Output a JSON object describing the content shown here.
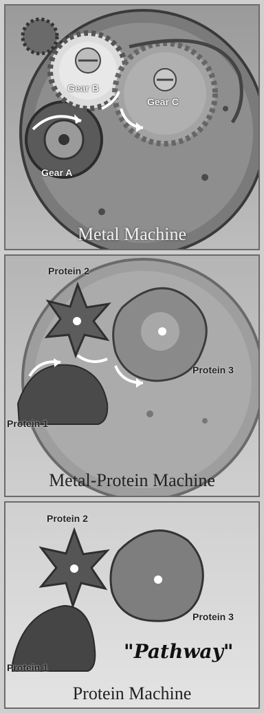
{
  "panels": [
    {
      "caption": "Metal Machine",
      "labels": {
        "gear_a": "Gear A",
        "gear_b": "Gear B",
        "gear_c": "Gear C"
      }
    },
    {
      "caption": "Metal-Protein Machine",
      "labels": {
        "protein1": "Protein 1",
        "protein2": "Protein 2",
        "protein3": "Protein 3"
      }
    },
    {
      "caption": "Protein Machine",
      "labels": {
        "protein1": "Protein 1",
        "protein2": "Protein 2",
        "protein3": "Protein 3"
      },
      "pathway": "\"Pathway\""
    }
  ]
}
